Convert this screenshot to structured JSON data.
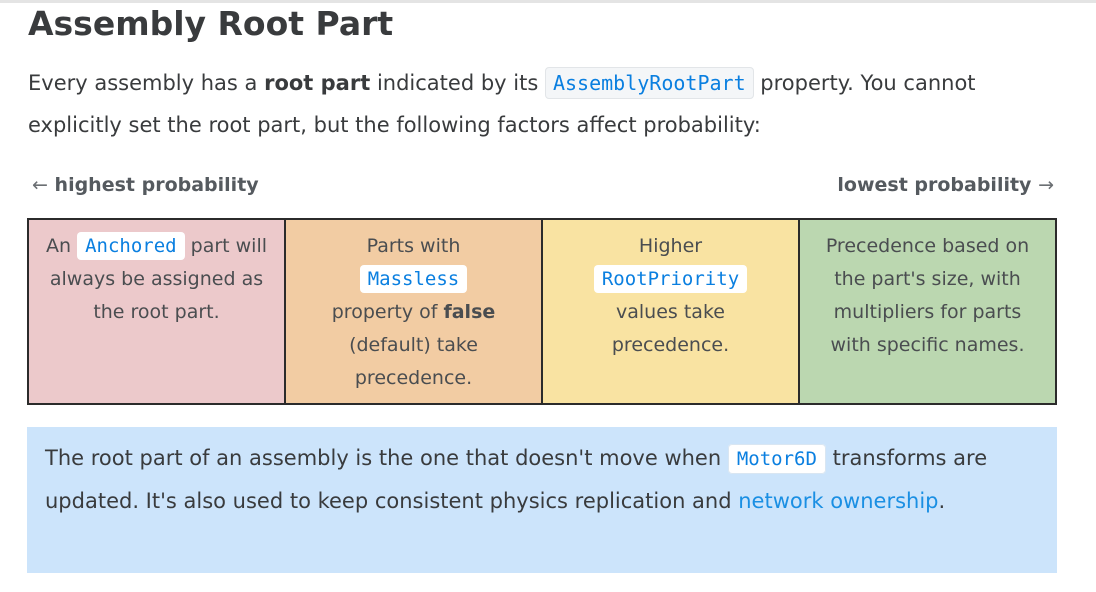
{
  "title": "Assembly Root Part",
  "intro": {
    "pre": "Every assembly has a ",
    "bold": "root part",
    "mid": " indicated by its ",
    "code": "AssemblyRootPart",
    "post": " property. You cannot explicitly set the root part, but the following factors affect probability:"
  },
  "probability": {
    "left_arrow": "←",
    "left_label": "highest probability",
    "right_label": "lowest probability",
    "right_arrow": "→"
  },
  "cards": [
    {
      "pre": "An ",
      "code": "Anchored",
      "post": " part will always be assigned as the root part."
    },
    {
      "pre": "Parts with ",
      "code": "Massless",
      "mid": " property of ",
      "bold": "false",
      "post": " (default) take precedence."
    },
    {
      "pre": "Higher ",
      "code": "RootPriority",
      "post": " values take precedence."
    },
    {
      "text": "Precedence based on the part's size, with multipliers for parts with specific names."
    }
  ],
  "note": {
    "pre": "The root part of an assembly is the one that doesn't move when ",
    "code": "Motor6D",
    "mid": " transforms are updated. It's also used to keep consistent physics replication and ",
    "link": "network ownership",
    "post": "."
  },
  "colors": {
    "card_1": "#ecc9cb",
    "card_2": "#f2cca3",
    "card_3": "#f9e3a2",
    "card_4": "#bbd7b0",
    "note_bg": "#cce4fb",
    "code_text": "#0a7fe0",
    "link": "#1a8fe3"
  }
}
